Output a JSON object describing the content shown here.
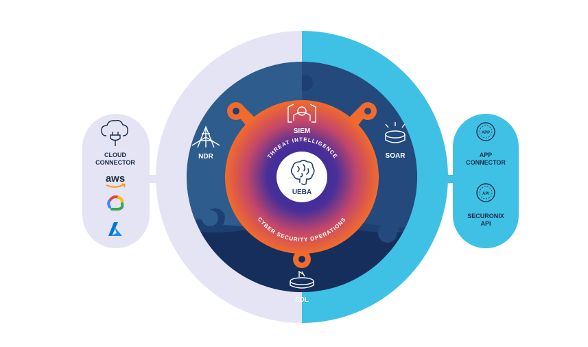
{
  "left_panel": {
    "title_line1": "CLOUD",
    "title_line2": "CONNECTOR",
    "icons": [
      "cloud-plug-icon",
      "aws-logo",
      "google-cloud-logo",
      "azure-logo"
    ],
    "aws_text": "aws"
  },
  "right_panel": {
    "app_badge": "APP",
    "app_line1": "APP",
    "app_line2": "CONNECTOR",
    "api_badge": "API",
    "api_line1": "SECURONIX",
    "api_line2": "API"
  },
  "ring": {
    "ndr": "NDR",
    "soar": "SOAR",
    "siem": "SIEM",
    "sdl": "SDL",
    "icons": [
      "ndr-icon",
      "soar-icon",
      "siem-icon",
      "sdl-icon"
    ]
  },
  "core": {
    "arc_top": "THREAT INTELLIGENCE",
    "arc_bottom": "CYBER SECURITY OPERATIONS",
    "center": "UEBA",
    "center_icon": "brain-icon"
  },
  "colors": {
    "left_ring": "#e4e4f4",
    "right_ring": "#3ec1e4",
    "disc_dark": "#1c3b6e",
    "disc_light": "#2c5b8c",
    "orange": "#f26b2c",
    "purple": "#3a2b8f"
  }
}
